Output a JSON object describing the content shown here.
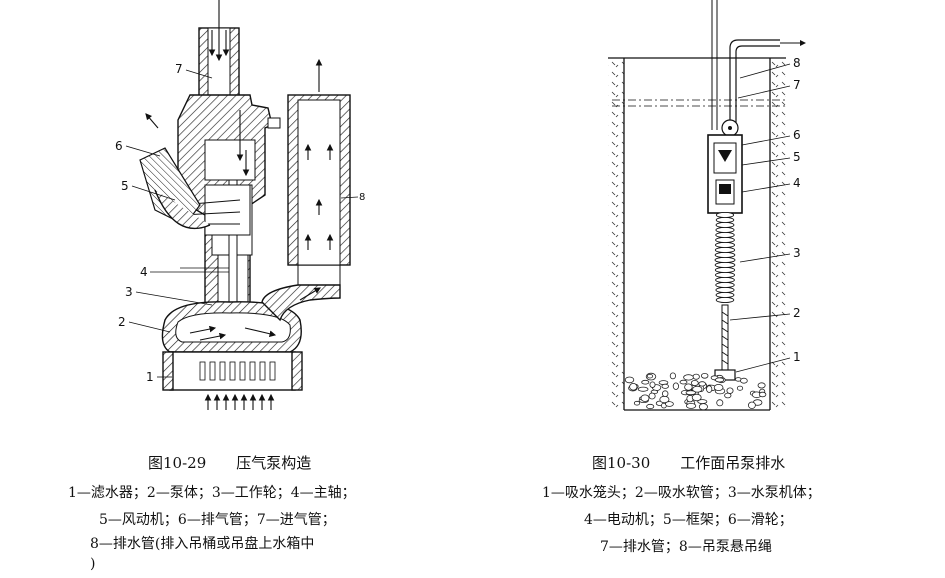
{
  "left": {
    "caption": "图10-29　　压气泵构造",
    "legend": [
      "1—滤水器；2—泵体；3—工作轮；4—主轴；",
      "5—风动机；6—排气管；7—进气管；",
      "8—排水管(排入吊桶或吊盘上水箱中",
      ")"
    ],
    "callouts": [
      "1",
      "2",
      "3",
      "4",
      "5",
      "6",
      "7",
      "8"
    ]
  },
  "right": {
    "caption": "图10-30　　工作面吊泵排水",
    "legend": [
      "1—吸水笼头；2—吸水软管；3—水泵机体；",
      "4—电动机；5—框架；6—滑轮；",
      "7—排水管；8—吊泵悬吊绳"
    ],
    "callouts": [
      "8",
      "7",
      "6",
      "5",
      "4",
      "3",
      "2",
      "1"
    ]
  }
}
